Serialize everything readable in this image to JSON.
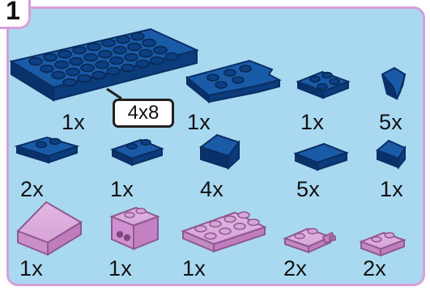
{
  "step": {
    "number": "1"
  },
  "callout": {
    "size_label": "4x8"
  },
  "quantities": [
    "1x",
    "1x",
    "1x",
    "5x",
    "2x",
    "1x",
    "4x",
    "5x",
    "1x",
    "1x",
    "1x",
    "1x",
    "2x",
    "2x"
  ],
  "colors": {
    "panel_background": "#a9d9f1",
    "panel_border": "#d89fd9",
    "brick_dark_blue": "#0d3f84",
    "brick_lavender": "#d7a3d8"
  },
  "pieces": [
    "plate-4x8-dark-blue-icon",
    "wedge-plate-dark-blue-icon",
    "plate-2x2-dark-blue-icon",
    "curved-slope-dark-blue-icon",
    "slope-plate-dark-blue-icon",
    "plate-1x2-dark-blue-icon",
    "slope-dark-blue-icon",
    "tile-dark-blue-icon",
    "small-slope-dark-blue-icon",
    "roof-peak-lavender-icon",
    "technic-brick-lavender-icon",
    "plate-2x4-lavender-icon",
    "hinge-plate-lavender-icon",
    "plate-1x2-lavender-icon"
  ]
}
